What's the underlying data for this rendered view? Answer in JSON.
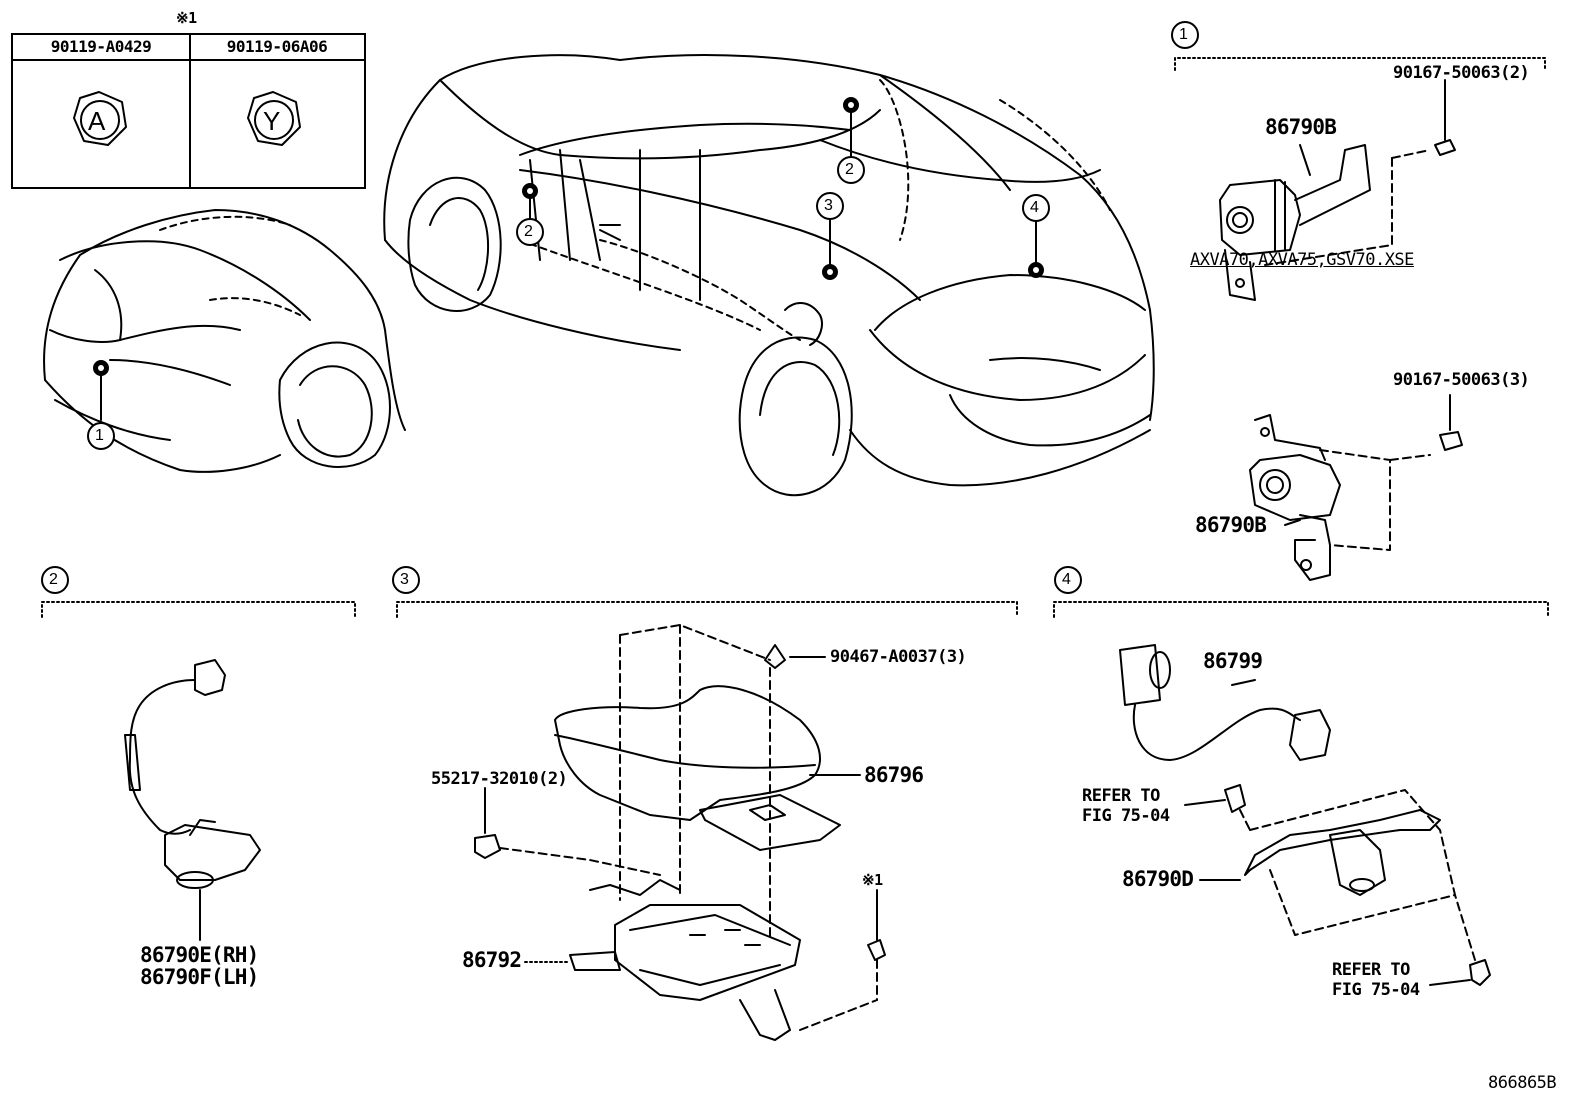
{
  "table": {
    "note_mark": "※1",
    "col1_part": "90119-A0429",
    "col2_part": "90119-06A06",
    "col1_symbol": "A",
    "col2_symbol": "Y"
  },
  "callouts": {
    "c1": "1",
    "c2": "2",
    "c3": "3",
    "c4": "4"
  },
  "section1": {
    "bolt_a": "90167-50063(2)",
    "camera_a": "86790B",
    "variant_note": "AXVA70,AXVA75,GSV70.XSE",
    "bolt_b": "90167-50063(3)",
    "camera_b": "86790B"
  },
  "section2": {
    "camera_rh": "86790E(RH)",
    "camera_lh": "86790F(LH)"
  },
  "section3": {
    "screw": "90467-A0037(3)",
    "cover": "86796",
    "clip": "55217-32010(2)",
    "note_mark": "※1",
    "ecu": "86792"
  },
  "section4": {
    "cable": "86799",
    "refer1_line1": "REFER TO",
    "refer1_line2": "FIG 75-04",
    "camera": "86790D",
    "refer2_line1": "REFER TO",
    "refer2_line2": "FIG 75-04"
  },
  "diagram_id": "866865B"
}
